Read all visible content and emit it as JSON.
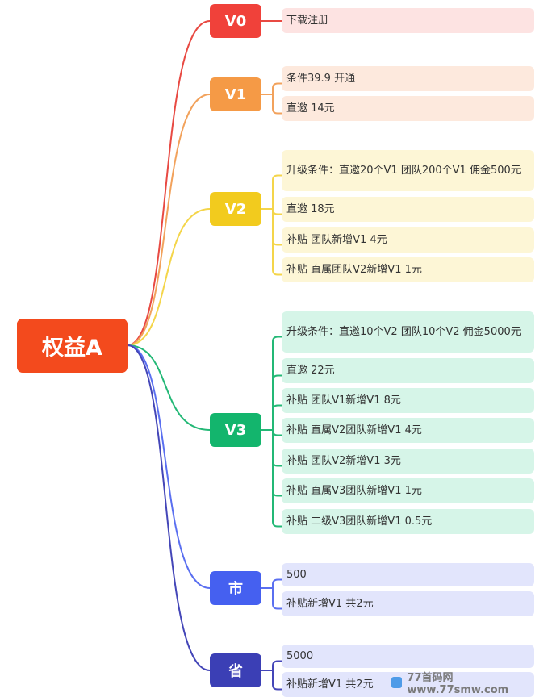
{
  "root": {
    "label": "权益A",
    "color": "#f34a1d"
  },
  "levels": [
    {
      "label": "V0",
      "color": "#f0413a",
      "line": "#e84a43",
      "items": [
        "下载注册"
      ]
    },
    {
      "label": "V1",
      "color": "#f59a46",
      "line": "#f2a25c",
      "items": [
        "条件39.9 开通",
        "直邀 14元"
      ]
    },
    {
      "label": "V2",
      "color": "#f2cb1e",
      "line": "#f4d54a",
      "items": [
        "升级条件：直邀20个V1 团队200个V1 佣金500元",
        "直邀  18元",
        "补贴 团队新增V1  4元",
        "补贴 直属团队V2新增V1  1元"
      ]
    },
    {
      "label": "V3",
      "color": "#13b56d",
      "line": "#23b876",
      "items": [
        "升级条件：直邀10个V2  团队10个V2  佣金5000元",
        "直邀  22元",
        "补贴 团队V1新增V1  8元",
        "补贴 直属V2团队新增V1  4元",
        "补贴 团队V2新增V1  3元",
        "补贴 直属V3团队新增V1  1元",
        "补贴 二级V3团队新增V1  0.5元"
      ]
    },
    {
      "label": "市",
      "color": "#4560f0",
      "line": "#5a6ff0",
      "items": [
        "500",
        "补贴新增V1 共2元"
      ]
    },
    {
      "label": "省",
      "color": "#3b3fb5",
      "line": "#4446b8",
      "items": [
        "5000",
        "补贴新增V1 共2元"
      ]
    }
  ],
  "watermark": {
    "text": "77首码网 www.77smw.com"
  }
}
